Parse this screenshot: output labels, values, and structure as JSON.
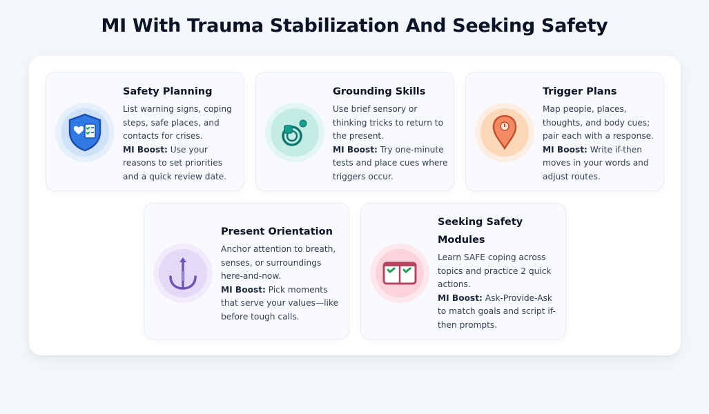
{
  "title": "MI With Trauma Stabilization And Seeking Safety",
  "colors": {
    "background": "#f5f8fb",
    "panel": "#ffffff",
    "card": "#f8fafd",
    "title": "#0b1426",
    "body_text": "#334155"
  },
  "cards": [
    {
      "title": "Safety Planning",
      "icon": "shield-checklist-icon",
      "accent": "#2563eb",
      "description": "List warning signs, coping steps, safe places, and contacts for crises.",
      "boost_label": "MI Boost:",
      "boost_text": "Use your reasons to set priorities and a quick review date."
    },
    {
      "title": "Grounding Skills",
      "icon": "grounding-circle-icon",
      "accent": "#0f766e",
      "description": "Use brief sensory or thinking tricks to return to the present.",
      "boost_label": "MI Boost:",
      "boost_text": "Try one-minute tests and place cues where triggers occur."
    },
    {
      "title": "Trigger Plans",
      "icon": "map-pin-icon",
      "accent": "#f0845c",
      "description": "Map people, places, thoughts, and body cues; pair each with a response.",
      "boost_label": "MI Boost:",
      "boost_text": "Write if-then moves in your words and adjust routes."
    },
    {
      "title": "Present Orientation",
      "icon": "anchor-icon",
      "accent": "#7c5cbf",
      "description": "Anchor attention to breath, senses, or surroundings here-and-now.",
      "boost_label": "MI Boost:",
      "boost_text": "Pick moments that serve your values—like before tough calls."
    },
    {
      "title": "Seeking Safety Modules",
      "icon": "open-book-checks-icon",
      "accent": "#b4455f",
      "description": "Learn SAFE coping across topics and practice 2 quick actions.",
      "boost_label": "MI Boost:",
      "boost_text": "Ask-Provide-Ask to match goals and script if-then prompts."
    }
  ]
}
